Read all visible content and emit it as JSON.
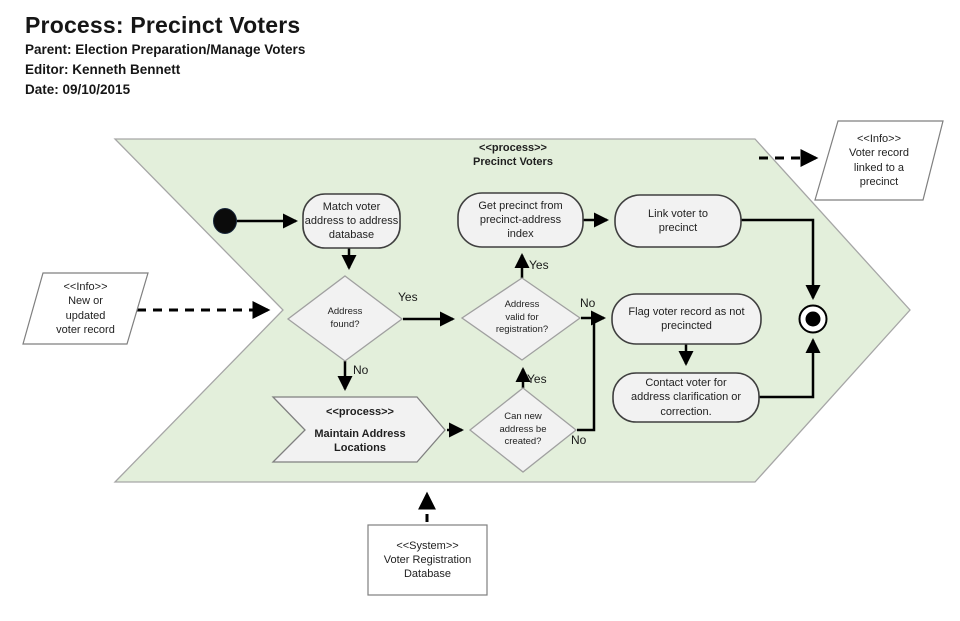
{
  "header": {
    "title": "Process: Precinct Voters",
    "parent": "Parent: Election Preparation/Manage Voters",
    "editor": "Editor: Kenneth Bennett",
    "date": "Date: 09/10/2015"
  },
  "banner": {
    "stereotype": "<<process>>",
    "name": "Precinct Voters"
  },
  "nodes": {
    "match_voter": "Match voter\naddress to address\ndatabase",
    "get_precinct": "Get precinct from\nprecinct-address\nindex",
    "link_voter": "Link voter to\nprecinct",
    "flag_voter": "Flag voter record as not\nprecincted",
    "contact_voter": "Contact voter for\naddress clarification or\ncorrection.",
    "address_found": "Address\nfound?",
    "address_valid": "Address\nvalid for\nregistration?",
    "can_create": "Can new\naddress be\ncreated?",
    "maintain": {
      "stereotype": "<<process>>",
      "name": "Maintain Address\nLocations"
    }
  },
  "externals": {
    "info_in": {
      "stereotype": "<<Info>>",
      "text": "New or\nupdated\nvoter record"
    },
    "info_out": {
      "stereotype": "<<Info>>",
      "text": "Voter record\nlinked to a\nprecinct"
    },
    "system": {
      "stereotype": "<<System>>",
      "text": "Voter Registration\nDatabase"
    }
  },
  "edge_labels": {
    "found_yes": "Yes",
    "found_no": "No",
    "valid_yes": "Yes",
    "valid_no": "No",
    "create_yes": "Yes",
    "create_no": "No"
  },
  "colors": {
    "process_fill": "#e3efdb",
    "process_border": "#a6a6a6",
    "node_fill": "#f2f2f2",
    "node_border": "#3f3f3f",
    "shape_border": "#808080",
    "arrow": "#000000"
  }
}
